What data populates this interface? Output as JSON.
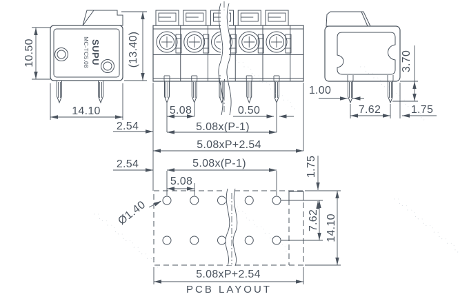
{
  "views": {
    "side_left": {
      "brand": "SUPU",
      "model": "MC-TC5.08",
      "dims": {
        "body_height": "10.50",
        "overall_height": "(13.40)",
        "body_width": "14.10"
      }
    },
    "front": {
      "dims": {
        "edge_to_pin": "2.54",
        "pin_pitch": "5.08",
        "pin_width": "0.50",
        "pin_span": "5.08x(P-1)",
        "overall_width": "5.08xP+2.54"
      }
    },
    "side_right": {
      "dims": {
        "pin_width": "1.00",
        "pin_length": "3.70",
        "row_pitch": "7.62",
        "edge_margin": "1.75"
      }
    },
    "pcb_layout": {
      "label": "PCB LAYOUT",
      "dims": {
        "edge_to_hole": "2.54",
        "hole_span": "5.08x(P-1)",
        "hole_pitch": "5.08",
        "top_margin": "1.75",
        "hole_diameter": "Ø1.40",
        "row_pitch": "7.62",
        "outline_height": "14.10",
        "outline_width": "5.08xP+2.54"
      }
    }
  },
  "watermark": {
    "glyphs": "·˙··˙·˙˙··˙··˙˙·˙··˙·˙˙··"
  },
  "colors": {
    "ink": "#4a535e",
    "background": "#ffffff",
    "watermark": "#a9b2bb"
  }
}
